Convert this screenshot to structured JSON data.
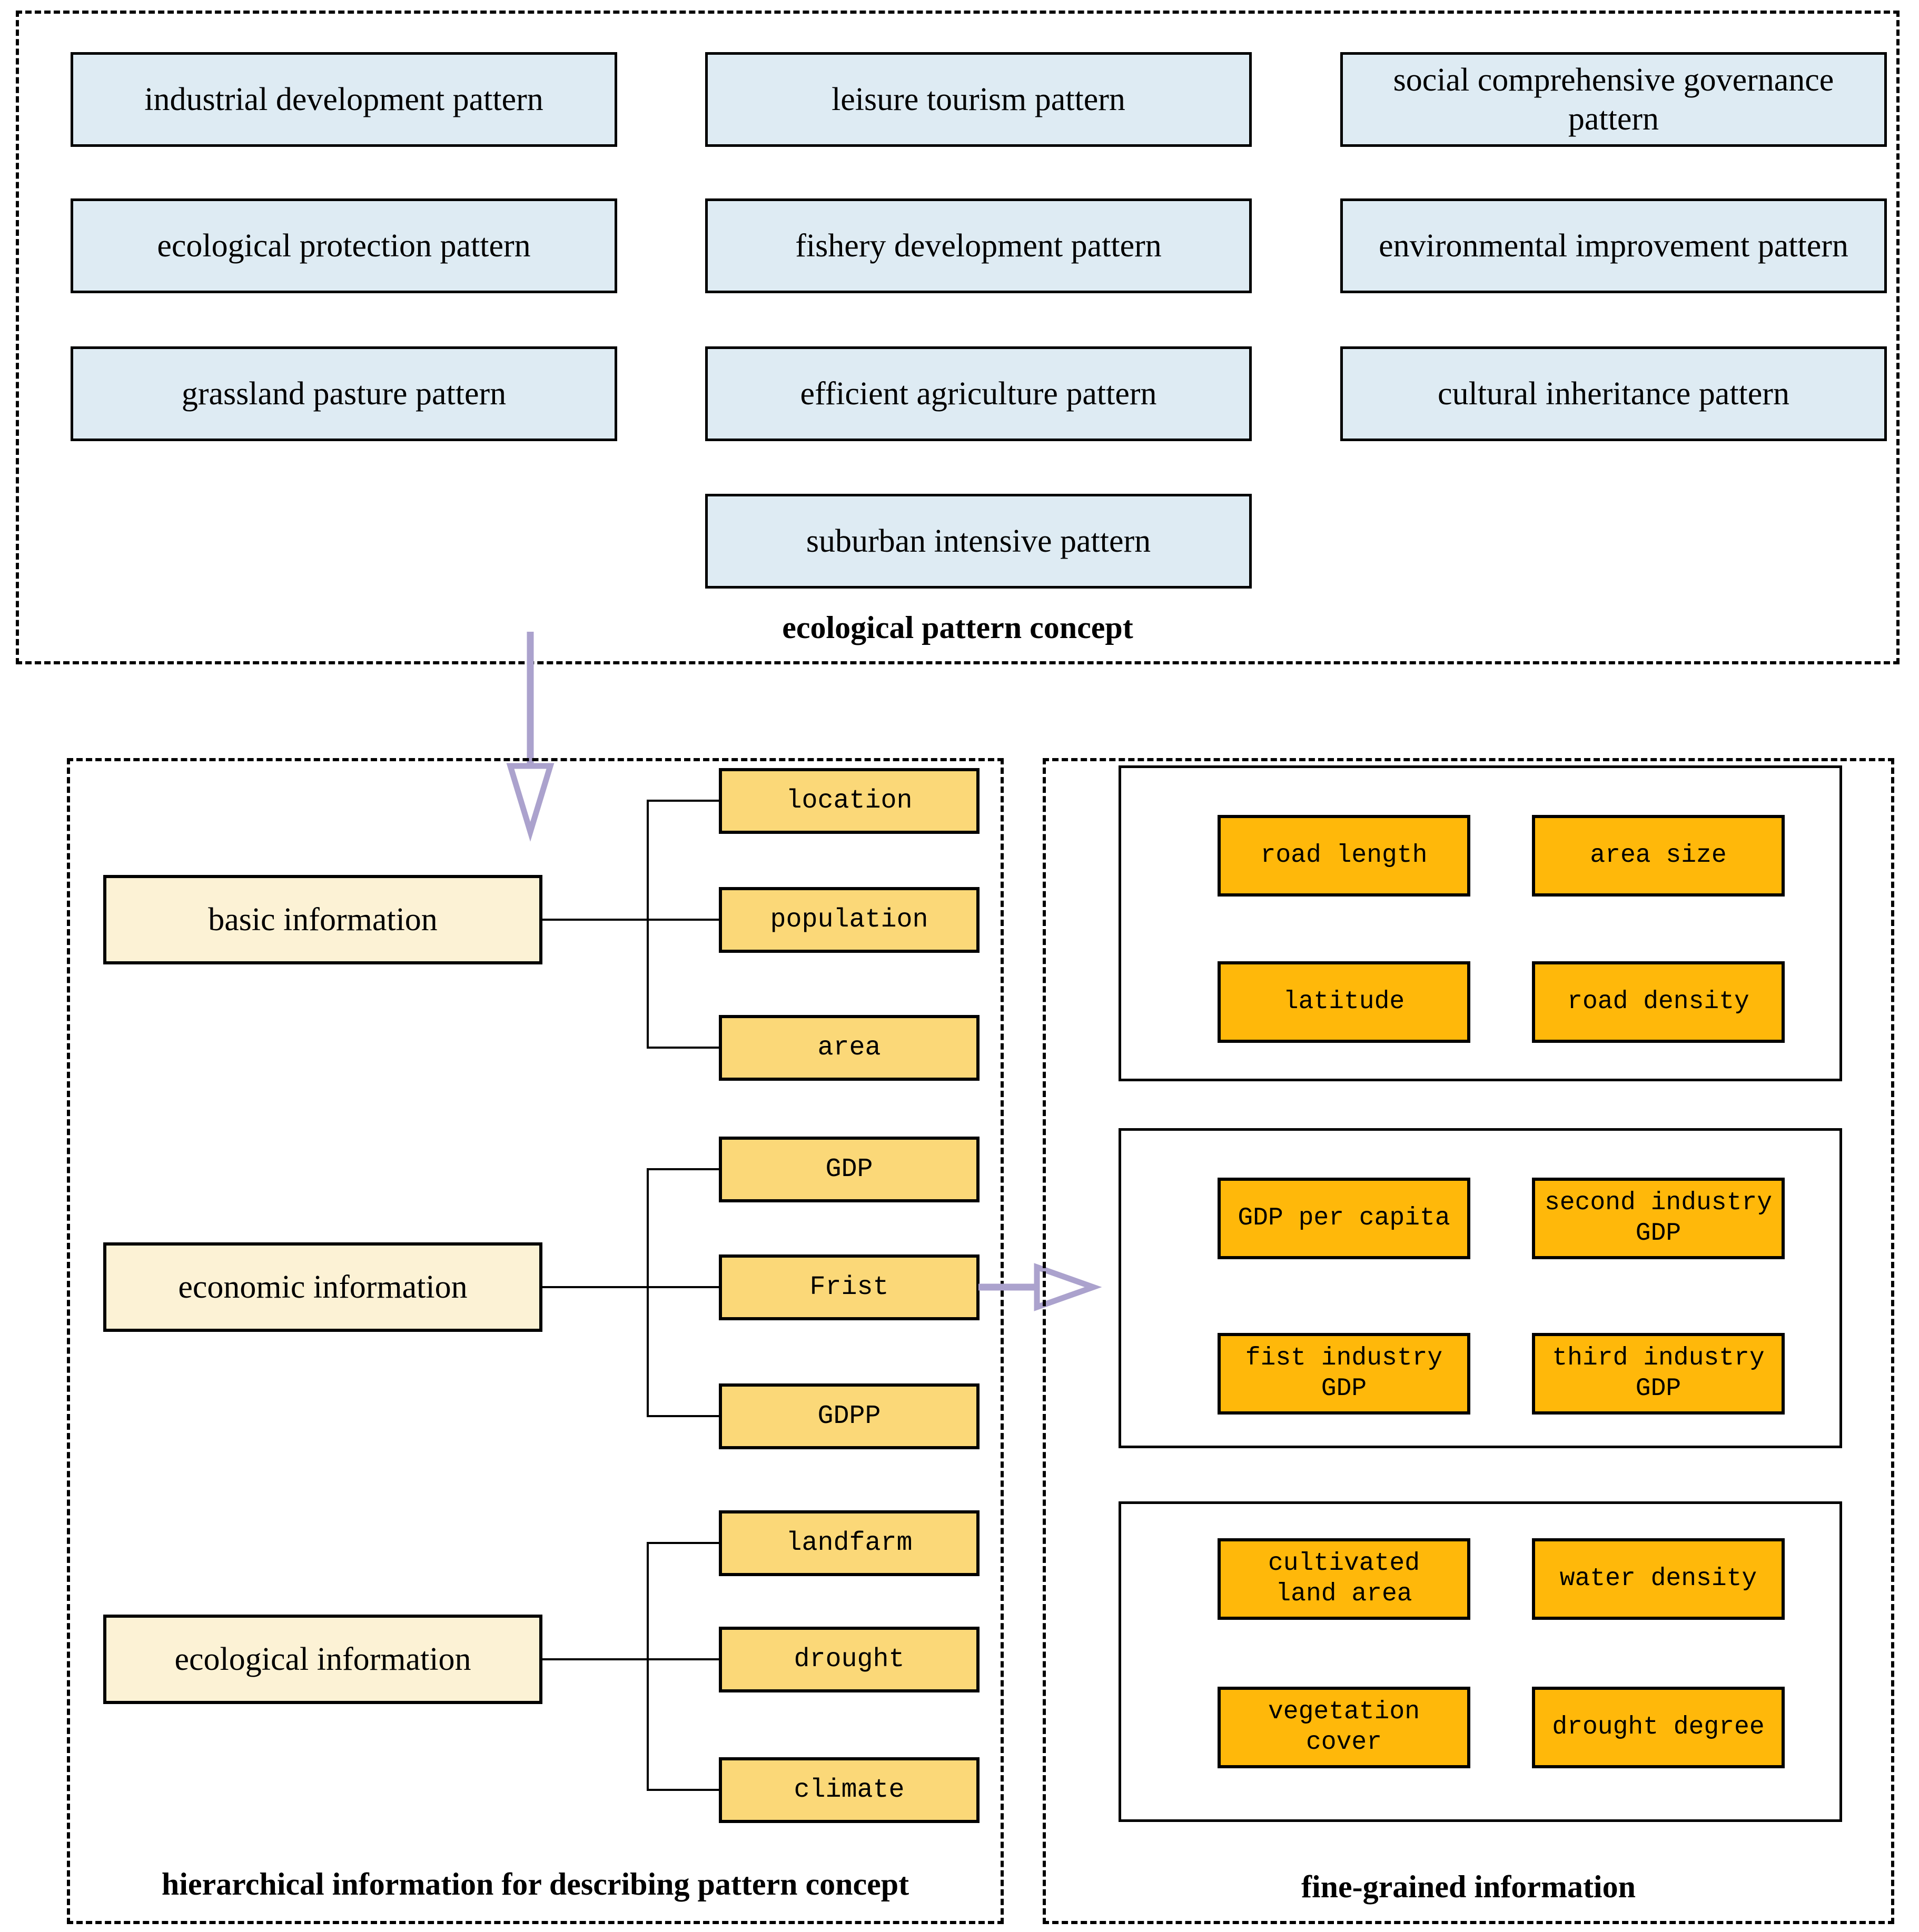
{
  "colors": {
    "concept_box_blue": "#DEEBF3",
    "parent_box_cream": "#FCF2D5",
    "child_box_yellow": "#FBD878",
    "fine_grained_orange": "#FFB80A",
    "arrow_purple": "#ABA2CD",
    "line_black": "#000000"
  },
  "concept": {
    "caption": "ecological pattern concept",
    "boxes": [
      "industrial development pattern",
      "leisure tourism pattern",
      "social comprehensive governance\npattern",
      "ecological protection pattern",
      "fishery development pattern",
      "environmental improvement pattern",
      "grassland pasture pattern",
      "efficient agriculture pattern",
      "cultural inheritance pattern",
      "suburban intensive pattern"
    ]
  },
  "hierarchy": {
    "caption": "hierarchical information for describing pattern concept",
    "groups": [
      {
        "parent": "basic information",
        "children": [
          "location",
          "population",
          "area"
        ]
      },
      {
        "parent": "economic information",
        "children": [
          "GDP",
          "Frist",
          "GDPP"
        ]
      },
      {
        "parent": "ecological information",
        "children": [
          "landfarm",
          "drought",
          "climate"
        ]
      }
    ]
  },
  "fine_grained": {
    "caption": "fine-grained  information",
    "groups": [
      {
        "items": [
          "road length",
          "area size",
          "latitude",
          "road density"
        ]
      },
      {
        "items": [
          "GDP per capita",
          "second industry\nGDP",
          "fist industry\nGDP",
          "third industry\nGDP"
        ]
      },
      {
        "items": [
          "cultivated\nland area",
          "water density",
          "vegetation\ncover",
          "drought degree"
        ]
      }
    ]
  }
}
